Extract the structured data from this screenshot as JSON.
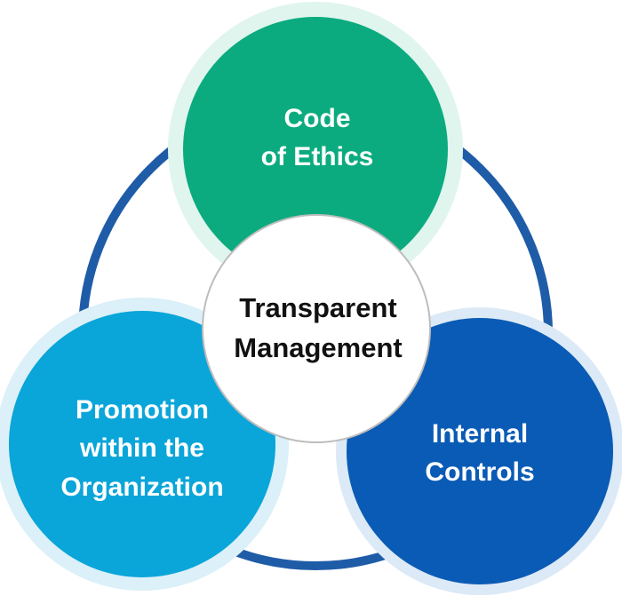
{
  "colors": {
    "ring": "#1f5ca8",
    "ethics_fill": "#0bab7f",
    "ethics_halo": "#e0f5ee",
    "promotion_fill": "#0aa5d9",
    "promotion_halo": "#dbf0f8",
    "internal_fill": "#0a5bb5",
    "internal_halo": "#dce9f6",
    "center_fill": "#ffffff",
    "center_stroke": "#bdbdbd"
  },
  "nodes": {
    "ethics": {
      "line1": "Code",
      "line2": "of Ethics"
    },
    "promotion": {
      "line1": "Promotion",
      "line2": "within the",
      "line3": "Organization"
    },
    "internal": {
      "line1": "Internal",
      "line2": "Controls"
    },
    "center": {
      "line1": "Transparent",
      "line2": "Management"
    }
  }
}
